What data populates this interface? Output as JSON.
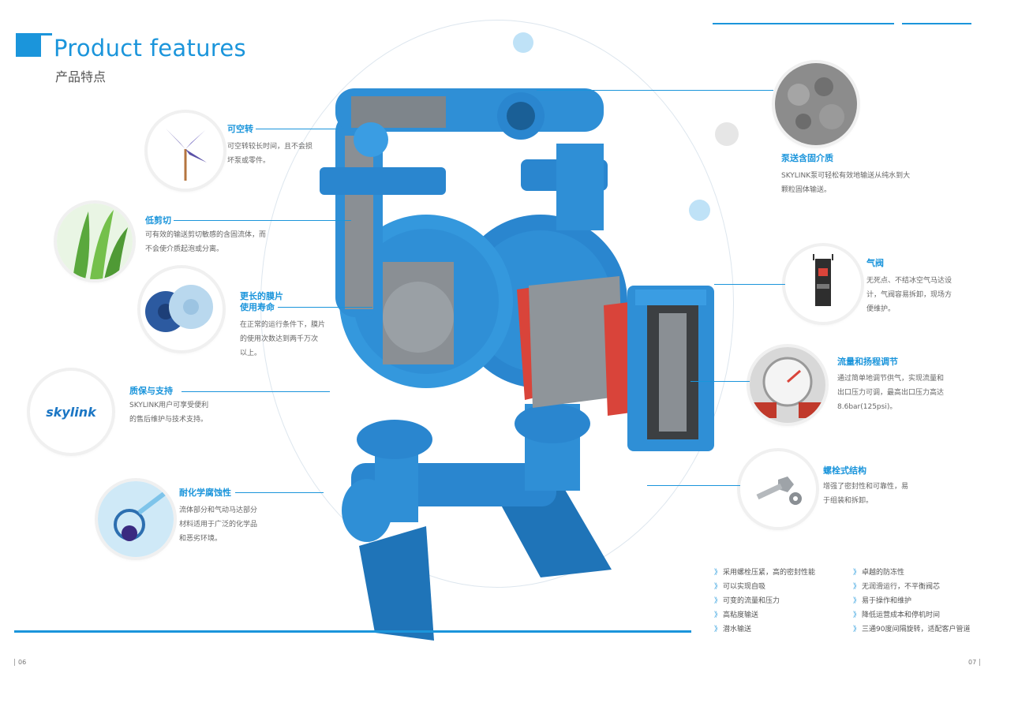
{
  "header": {
    "title": "Product features",
    "subtitle": "产品特点"
  },
  "features_left": [
    {
      "id": "dry-run",
      "title": "可空转",
      "desc": [
        "可空转较长时间，且不会损",
        "坏泵或零件。"
      ],
      "icon": "pinwheel-icon"
    },
    {
      "id": "low-shear",
      "title": "低剪切",
      "desc": [
        "可有效的输送剪切敏感的含固流体，而",
        "不会使介质起泡或分离。"
      ],
      "icon": "aloe-leaf-icon"
    },
    {
      "id": "diaphragm-life",
      "title_lines": [
        "更长的膜片",
        "使用寿命"
      ],
      "desc": [
        "在正常的运行条件下，膜片",
        "的使用次数达到两千万次",
        "以上。"
      ],
      "icon": "diaphragm-icon"
    },
    {
      "id": "warranty",
      "title": "质保与支持",
      "desc": [
        "SKYLINK用户可享受便利",
        "的售后维护与技术支持。"
      ],
      "icon": "skylink-logo-icon",
      "logo_text": "skylink"
    },
    {
      "id": "chemical",
      "title": "耐化学腐蚀性",
      "desc": [
        "流体部分和气动马达部分",
        "材料适用于广泛的化学品",
        "和恶劣环境。"
      ],
      "icon": "chemical-liquid-icon"
    }
  ],
  "features_right": [
    {
      "id": "solids",
      "title": "泵送含固介质",
      "desc": [
        "SKYLINK泵可轻松有效地输送从纯水到大",
        "颗粒固体输送。"
      ],
      "icon": "solids-icon"
    },
    {
      "id": "air-valve",
      "title": "气阀",
      "desc": [
        "无死点、不结冰空气马达设",
        "计，气阀容易拆卸，现场方",
        "便维护。"
      ],
      "icon": "air-valve-icon"
    },
    {
      "id": "flow-adjust",
      "title": "流量和扬程调节",
      "desc": [
        "通过简单地调节供气，实现流量和",
        "出口压力可调，最高出口压力高达",
        "8.6bar(125psi)。"
      ],
      "icon": "pressure-gauge-icon"
    },
    {
      "id": "bolted",
      "title": "螺栓式结构",
      "desc": [
        "增强了密封性和可靠性，易",
        "于组装和拆卸。"
      ],
      "icon": "bolt-icon"
    }
  ],
  "bullets_left": [
    "采用螺栓压紧，高的密封性能",
    "可以实现自吸",
    "可变的流量和压力",
    "高粘度输送",
    "潜水输送"
  ],
  "bullets_right": [
    "卓越的防冻性",
    "无润滑运行，不平衡阀芯",
    "易于操作和维护",
    "降低运营成本和停机时间",
    "三通90度间隔旋转，适配客户管道"
  ],
  "page_numbers": {
    "left": "06",
    "right": "07"
  },
  "colors": {
    "accent": "#1b95db",
    "pump_blue": "#2f8fd6",
    "gasket_red": "#d9443a"
  }
}
